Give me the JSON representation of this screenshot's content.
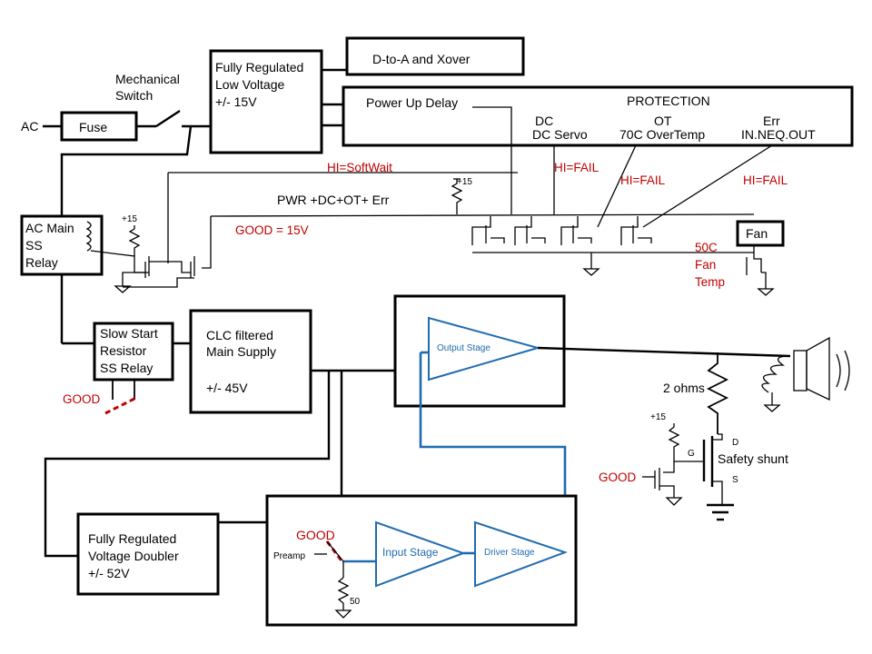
{
  "labels": {
    "ac": "AC",
    "fuse": "Fuse",
    "mech_switch_1": "Mechanical",
    "mech_switch_2": "Switch",
    "lowv_1": "Fully Regulated",
    "lowv_2": "Low Voltage",
    "lowv_3": "+/- 15V",
    "dtoa": "D-to-A   and Xover",
    "power_up_delay": "Power Up Delay",
    "protection": "PROTECTION",
    "dc": "DC",
    "dc_servo": "DC Servo",
    "ot": "OT",
    "ot_desc": "70C OverTemp",
    "err": "Err",
    "err_desc": "IN.NEQ.OUT",
    "hi_softwait": "HI=SoftWait",
    "hi_fail_1": "HI=FAIL",
    "hi_fail_2": "HI=FAIL",
    "hi_fail_3": "HI=FAIL",
    "plus15_a": "+15",
    "plus15_b": "+15",
    "plus15_c": "+15",
    "pwr_sum": "PWR +DC+OT+ Err",
    "good_15v": "GOOD = 15V",
    "ac_main_1": "AC Main",
    "ac_main_2": "SS",
    "ac_main_3": "Relay",
    "fan": "Fan",
    "fan_temp_1": "50C",
    "fan_temp_2": "Fan",
    "fan_temp_3": "Temp",
    "slow_1": "Slow Start",
    "slow_2": "Resistor",
    "slow_3": "SS Relay",
    "good_a": "GOOD",
    "good_b": "GOOD",
    "good_c": "GOOD",
    "clc_1": "CLC filtered",
    "clc_2": "Main Supply",
    "clc_3": "+/- 45V",
    "output_stage": "Output Stage",
    "two_ohms": "2 ohms",
    "gate": "G",
    "drain": "D",
    "source": "S",
    "safety_shunt": "Safety shunt",
    "doubler_1": "Fully Regulated",
    "doubler_2": "Voltage Doubler",
    "doubler_3": "+/- 52V",
    "preamp": "Preamp",
    "input_stage": "Input Stage",
    "driver_stage": "Driver Stage",
    "r50": "50"
  },
  "colors": {
    "signal_path": "#1f6bb0",
    "status_text": "#c00000",
    "lines": "#000000"
  }
}
